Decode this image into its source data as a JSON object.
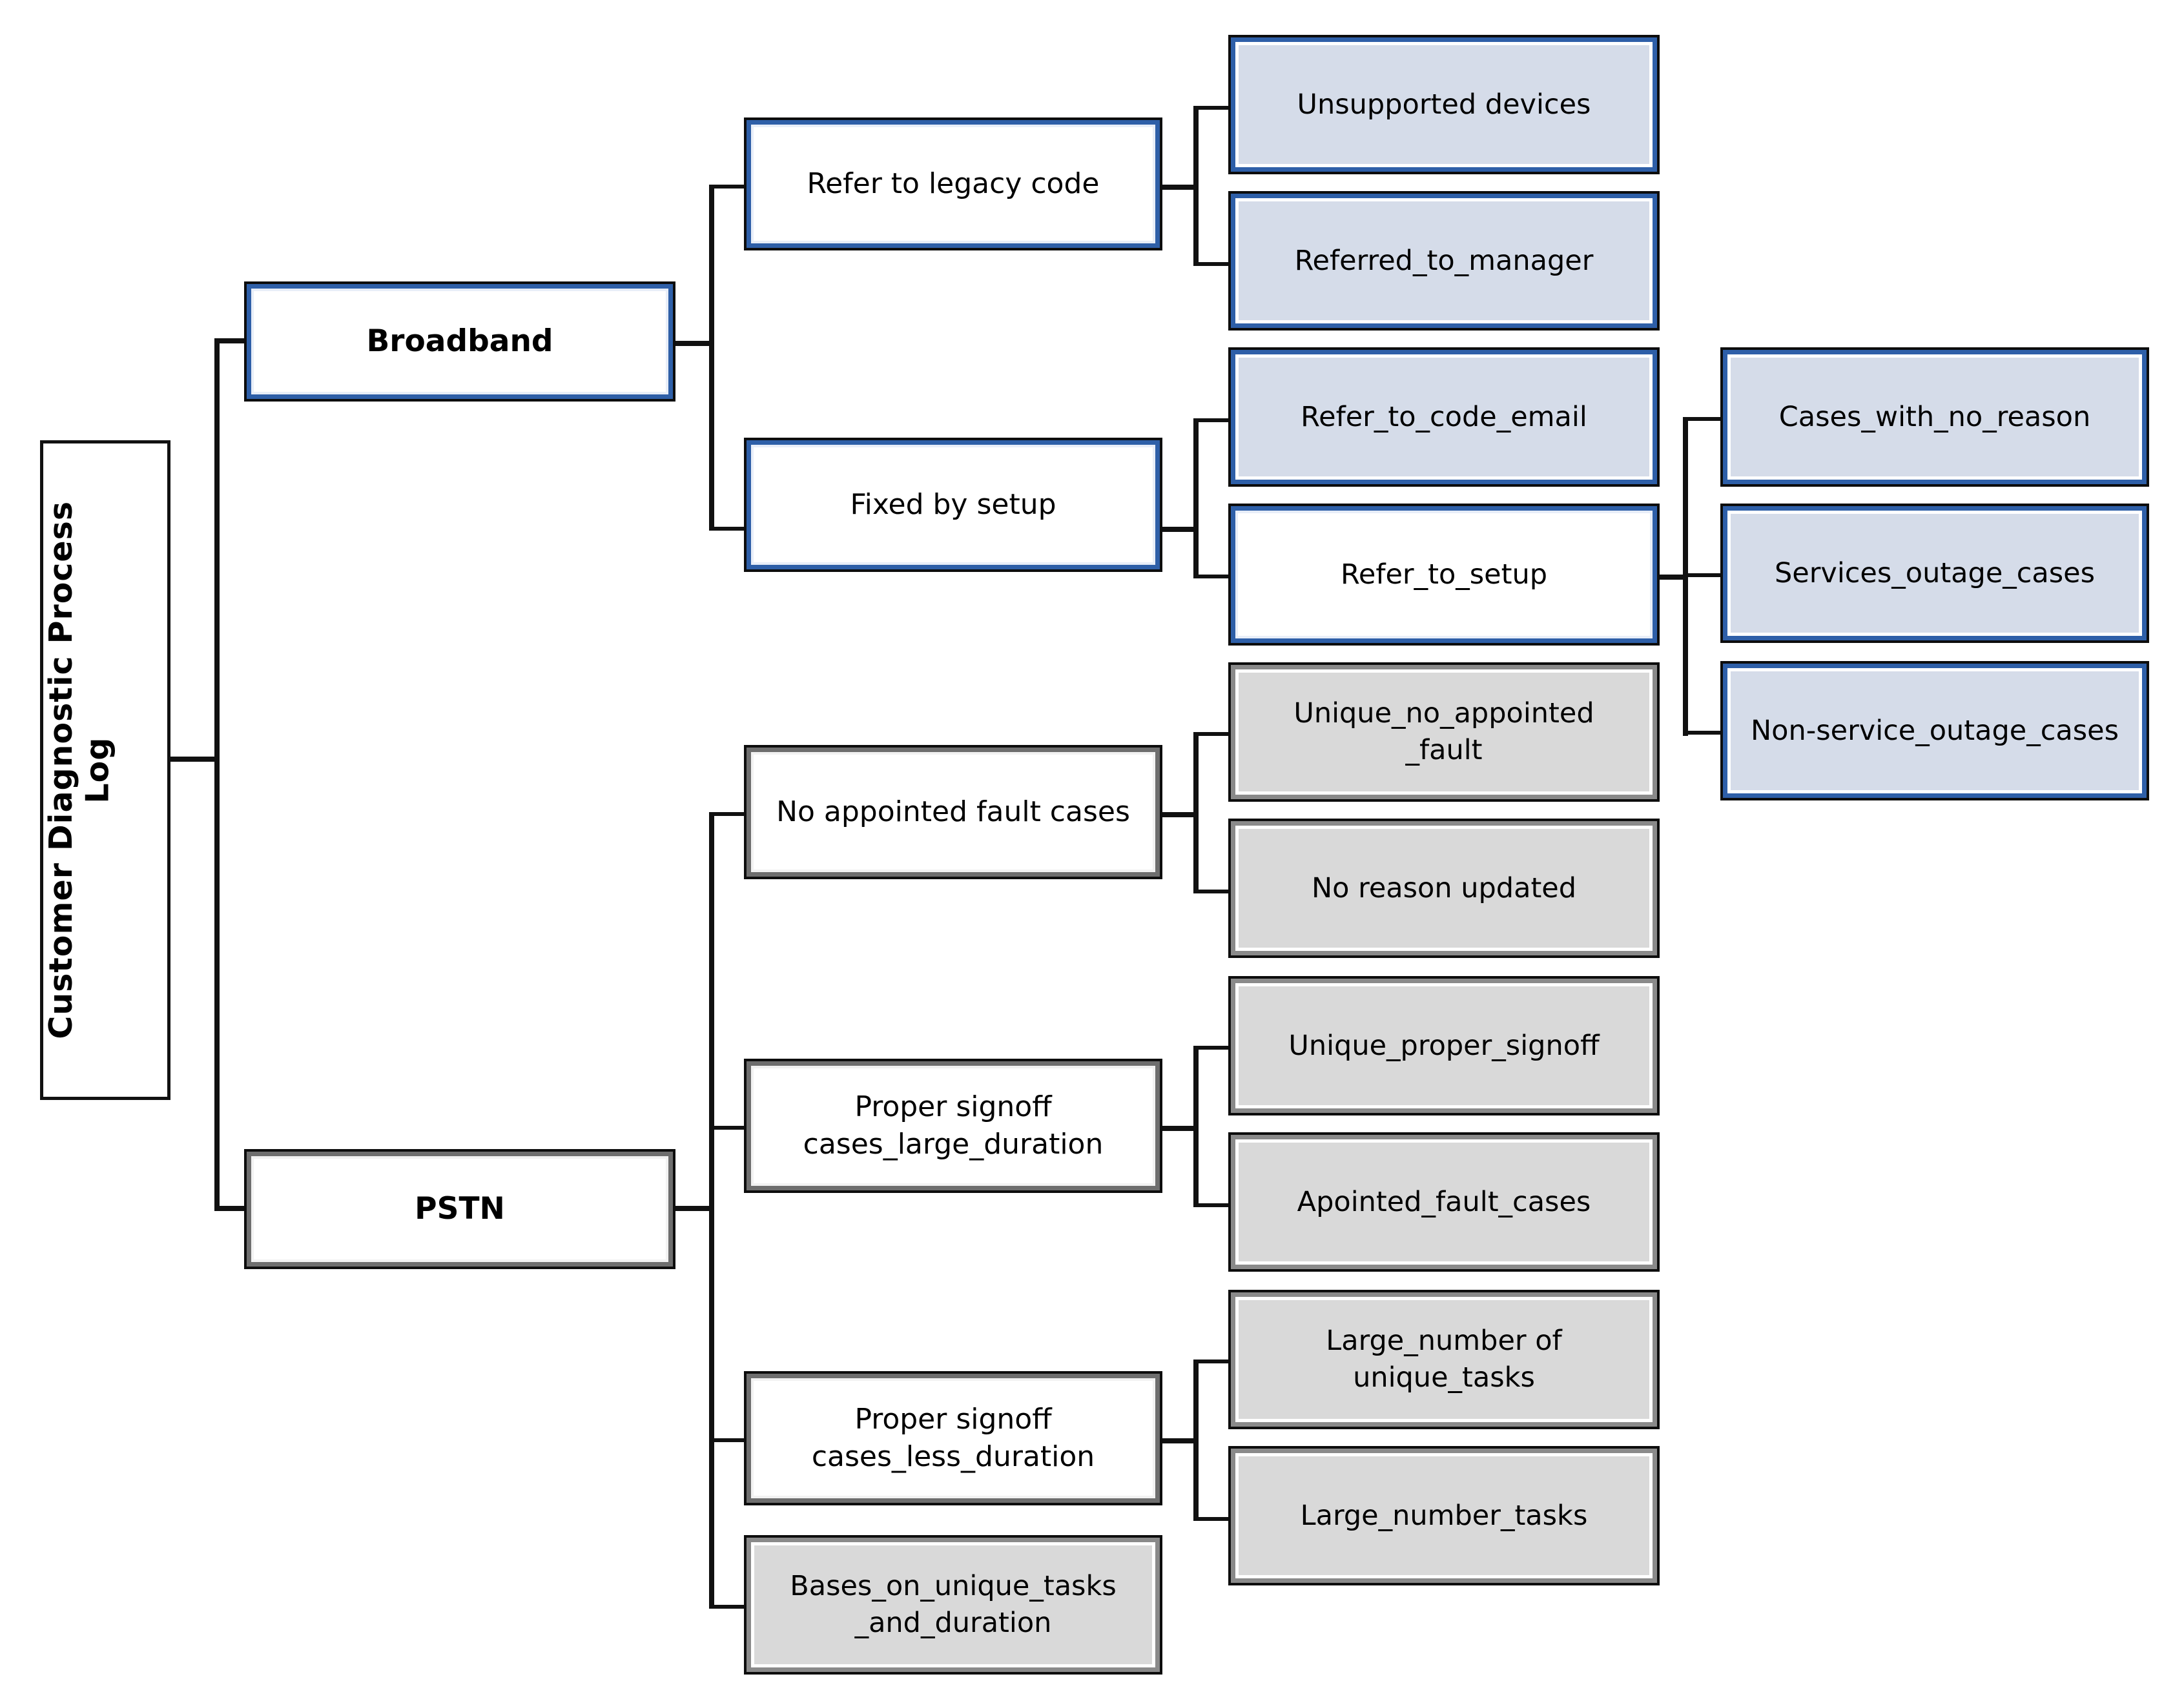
{
  "diagram": {
    "title": "Customer Diagnostic Process Log hierarchy",
    "type": "tree-diagram",
    "colors": {
      "blue_border": "#2e5fa8",
      "blue_fill": "#d5dce9",
      "gray_border": "#6e6e6e",
      "gray_fill": "#d9d9d9",
      "connector": "#111111",
      "background": "#ffffff"
    }
  },
  "root": {
    "label": "Customer Diagnostic Process\nLog",
    "style": "root-vertical-text"
  },
  "branches": [
    {
      "id": "broadband",
      "label": "Broadband",
      "style": "blue-outline",
      "children": [
        {
          "id": "refer-to-legacy-code",
          "label": "Refer to legacy code",
          "style": "blue-outline",
          "children": [
            {
              "id": "unsupported-devices",
              "label": "Unsupported devices",
              "style": "blue-fill",
              "children": []
            },
            {
              "id": "referred-to-manager",
              "label": "Referred_to_manager",
              "style": "blue-fill",
              "children": []
            }
          ]
        },
        {
          "id": "fixed-by-setup",
          "label": "Fixed by setup",
          "style": "blue-outline",
          "children": [
            {
              "id": "refer-to-code-email",
              "label": "Refer_to_code_email",
              "style": "blue-fill",
              "children": []
            },
            {
              "id": "refer-to-setup",
              "label": "Refer_to_setup",
              "style": "blue-outline",
              "children": [
                {
                  "id": "cases-with-no-reason",
                  "label": "Cases_with_no_reason",
                  "style": "blue-fill"
                },
                {
                  "id": "services-outage-cases",
                  "label": "Services_outage_cases",
                  "style": "blue-fill"
                },
                {
                  "id": "non-service-outage-cases",
                  "label": "Non-service_outage_cases",
                  "style": "blue-fill"
                }
              ]
            }
          ]
        }
      ]
    },
    {
      "id": "pstn",
      "label": "PSTN",
      "style": "gray-outline",
      "children": [
        {
          "id": "no-appointed-fault-cases",
          "label": "No appointed fault cases",
          "style": "gray-outline",
          "children": [
            {
              "id": "unique-no-appointed-fault",
              "label": "Unique_no_appointed\n_fault",
              "style": "gray-fill"
            },
            {
              "id": "no-reason-updated",
              "label": "No reason updated",
              "style": "gray-fill"
            }
          ]
        },
        {
          "id": "proper-signoff-cases-large-duration",
          "label": "Proper  signoff\ncases_large_duration",
          "style": "gray-outline",
          "children": [
            {
              "id": "unique-proper-signoff",
              "label": "Unique_proper_signoff",
              "style": "gray-fill"
            },
            {
              "id": "apointed-fault-cases",
              "label": "Apointed_fault_cases",
              "style": "gray-fill"
            }
          ]
        },
        {
          "id": "proper-signoff-cases-less-duration",
          "label": "Proper  signoff\ncases_less_duration",
          "style": "gray-outline",
          "children": [
            {
              "id": "large-number-of-unique-tasks",
              "label": "Large_number of\nunique_tasks",
              "style": "gray-fill"
            },
            {
              "id": "large-number-tasks",
              "label": "Large_number_tasks",
              "style": "gray-fill"
            }
          ]
        },
        {
          "id": "bases-on-unique-tasks-and-duration",
          "label": "Bases_on_unique_tasks\n_and_duration",
          "style": "gray-fill",
          "children": []
        }
      ]
    }
  ]
}
